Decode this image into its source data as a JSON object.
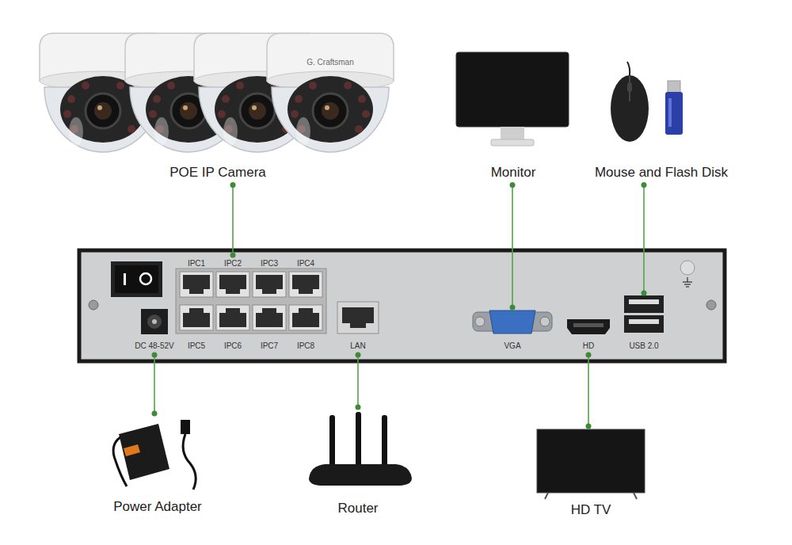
{
  "diagram": {
    "nodes": [
      {
        "text": [
          "POE IP Camera"
        ]
      },
      {
        "text": [
          "Monitor"
        ]
      },
      {
        "text": [
          "Mouse and Flash Disk"
        ]
      },
      {
        "text": [
          "IPC1"
        ]
      },
      {
        "text": [
          "IPC2"
        ]
      },
      {
        "text": [
          "IPC3"
        ]
      },
      {
        "text": [
          "IPC4"
        ]
      },
      {
        "text": [
          "IPC5"
        ]
      },
      {
        "text": [
          "IPC6"
        ]
      },
      {
        "text": [
          "IPC7"
        ]
      },
      {
        "text": [
          "IPC8"
        ]
      },
      {
        "text": [
          "DC 48-52V"
        ]
      },
      {
        "text": [
          "LAN"
        ]
      },
      {
        "text": [
          "VGA"
        ]
      },
      {
        "text": [
          "HD"
        ]
      },
      {
        "text": [
          "USB 2.0"
        ]
      },
      {
        "text": [
          "Power Adapter"
        ]
      },
      {
        "text": [
          "Router"
        ]
      },
      {
        "text": [
          "HD TV"
        ]
      }
    ],
    "edges": [
      {
        "from": 0,
        "to": 4,
        "arrow": "none"
      },
      {
        "from": 1,
        "to": 13,
        "arrow": "none"
      },
      {
        "from": 2,
        "to": 15,
        "arrow": "none"
      },
      {
        "from": 16,
        "to": 11,
        "arrow": "none"
      },
      {
        "from": 17,
        "to": 12,
        "arrow": "none"
      },
      {
        "from": 18,
        "to": 14,
        "arrow": "none"
      }
    ],
    "labels": [
      "G. Craftsman"
    ]
  }
}
